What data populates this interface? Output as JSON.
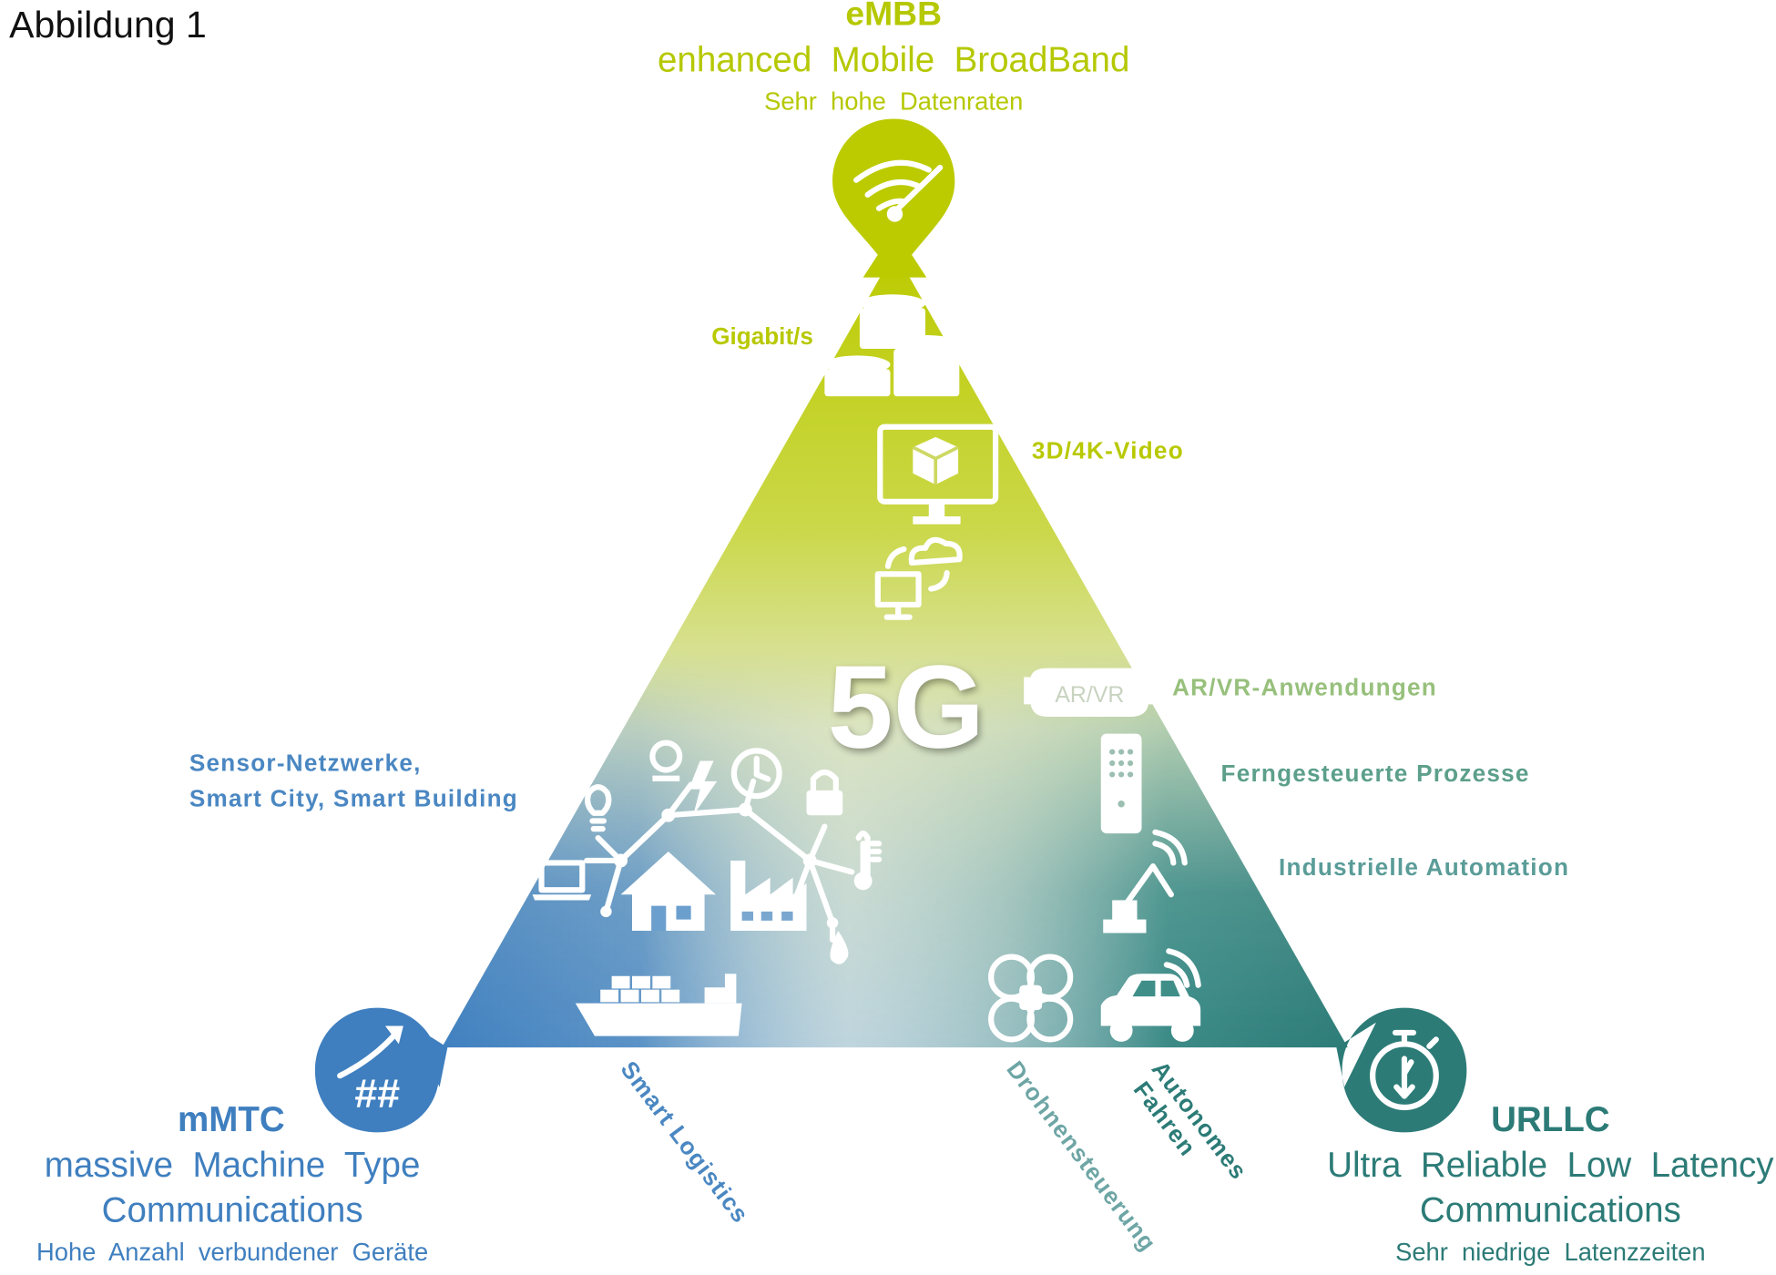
{
  "figure_label": "Abbildung 1",
  "center_label": "5G",
  "colors": {
    "embb": "#b8c900",
    "mmtc": "#3f7fbf",
    "urllc": "#2c7b77"
  },
  "embb": {
    "abbr": "eMBB",
    "name": "enhanced  Mobile  BroadBand",
    "desc": "Sehr  hohe  Datenraten",
    "icon": "wifi-speedometer-icon"
  },
  "mmtc": {
    "abbr": "mMTC",
    "name_line1": "massive  Machine  Type",
    "name_line2": "Communications",
    "desc": "Hohe  Anzahl  verbundener  Geräte",
    "icon": "hash-growth-icon"
  },
  "urllc": {
    "abbr": "URLLC",
    "name_line1": "Ultra  Reliable  Low  Latency",
    "name_line2": "Communications",
    "desc": "Sehr  niedrige  Latenzzeiten",
    "icon": "stopwatch-icon"
  },
  "use_cases": {
    "gigabit": "Gigabit/s",
    "video": "3D/4K-Video",
    "arvr": "AR/VR-Anwendungen",
    "arvr_glasses": "AR/VR",
    "remote": "Ferngesteuerte Prozesse",
    "automation": "Industrielle Automation",
    "sensor_line1": "Sensor-Netzwerke,",
    "sensor_line2": "Smart City, Smart Building",
    "logistics": "Smart Logistics",
    "drone": "Drohnensteuerung",
    "auto_line1": "Autonomes",
    "auto_line2": "Fahren"
  }
}
